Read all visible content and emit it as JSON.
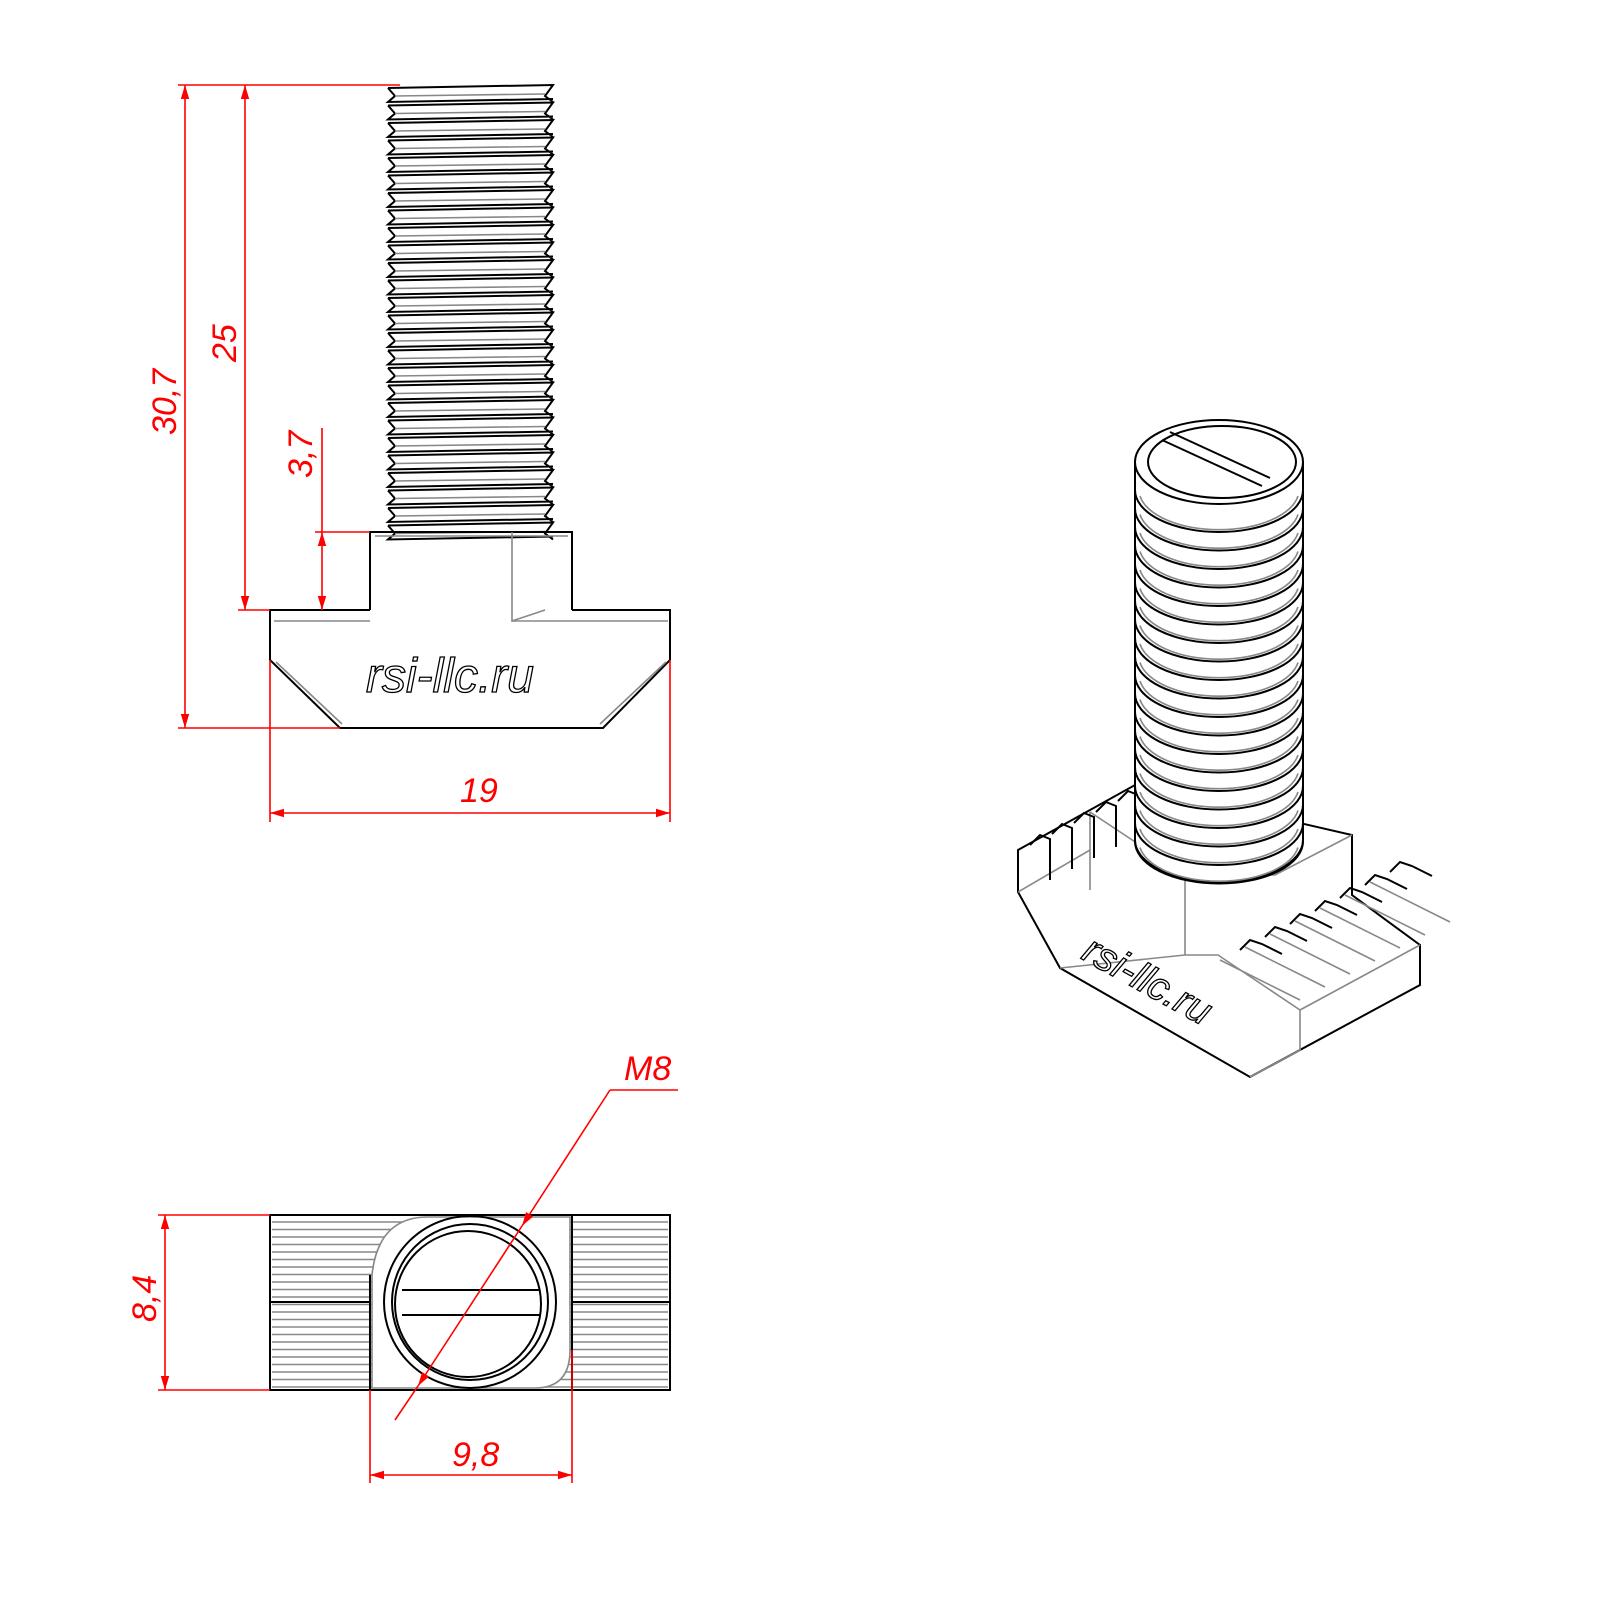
{
  "drawing": {
    "logo_text": "rsi-llc.ru",
    "dimensions": {
      "overall_height": "30,7",
      "thread_length": "25",
      "neck_height": "3,7",
      "width": "19",
      "depth": "8,4",
      "neck_width": "9,8",
      "thread": "M8"
    },
    "colors": {
      "dimension": "#ff0000",
      "outline": "#000000",
      "hidden": "#888888"
    }
  }
}
